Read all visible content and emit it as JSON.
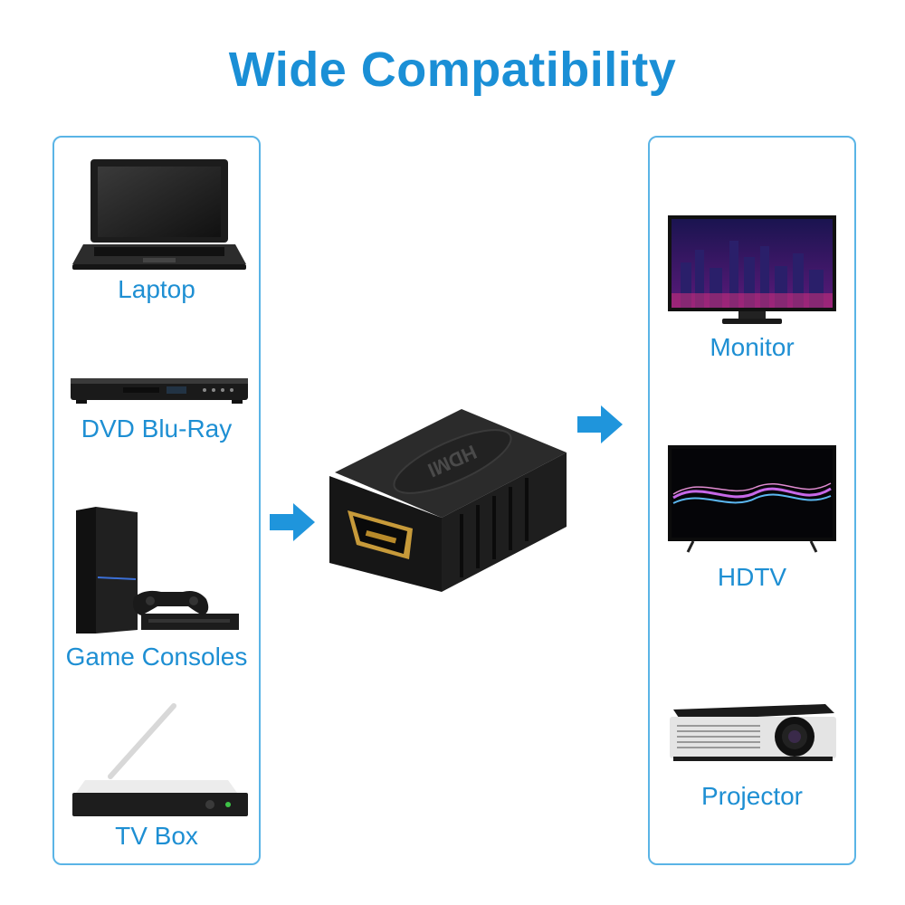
{
  "title": "Wide Compatibility",
  "accent_color": "#1a8fd6",
  "sources": [
    {
      "label": "Laptop",
      "icon": "laptop-icon"
    },
    {
      "label": "DVD Blu-Ray",
      "icon": "dvd-player-icon"
    },
    {
      "label": "Game Consoles",
      "icon": "game-console-icon"
    },
    {
      "label": "TV Box",
      "icon": "tv-box-icon"
    }
  ],
  "adapter": {
    "icon": "hdmi-coupler-icon",
    "text": "HDMI"
  },
  "displays": [
    {
      "label": "Monitor",
      "icon": "monitor-icon"
    },
    {
      "label": "HDTV",
      "icon": "hdtv-icon"
    },
    {
      "label": "Projector",
      "icon": "projector-icon"
    }
  ]
}
